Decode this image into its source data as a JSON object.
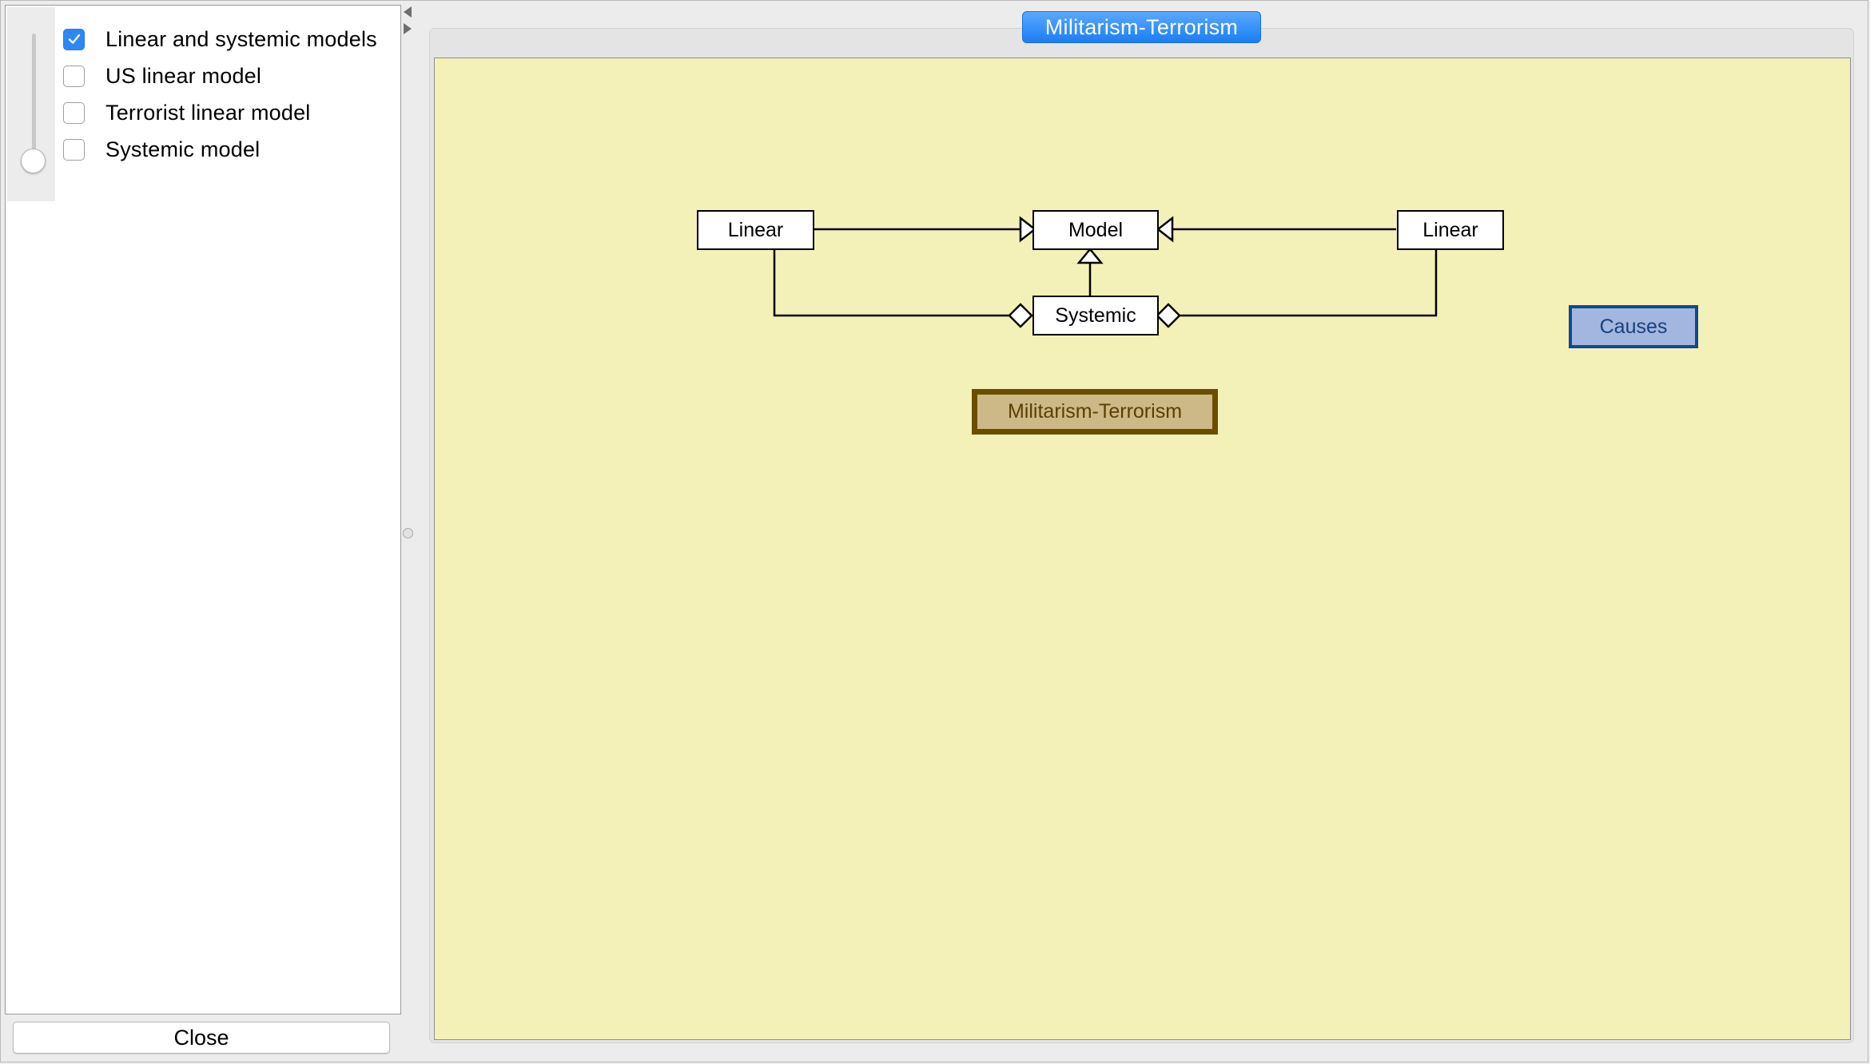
{
  "left_panel": {
    "options": [
      {
        "label": "Linear and systemic models",
        "checked": true
      },
      {
        "label": "US linear model",
        "checked": false
      },
      {
        "label": "Terrorist linear model",
        "checked": false
      },
      {
        "label": "Systemic model",
        "checked": false
      }
    ],
    "close_label": "Close"
  },
  "tab": {
    "title": "Militarism-Terrorism"
  },
  "diagram": {
    "nodes": {
      "linear_left": "Linear",
      "model": "Model",
      "linear_right": "Linear",
      "systemic": "Systemic",
      "militarism_terrorism": "Militarism-Terrorism",
      "causes": "Causes"
    },
    "colors": {
      "canvas_background": "#f3f1b8",
      "militarism_terrorism_fill": "#cdb887",
      "militarism_terrorism_border": "#6b4d00",
      "causes_fill": "#a2b6df",
      "causes_border": "#12488f",
      "tab_accent": "#1c7ef2"
    }
  }
}
